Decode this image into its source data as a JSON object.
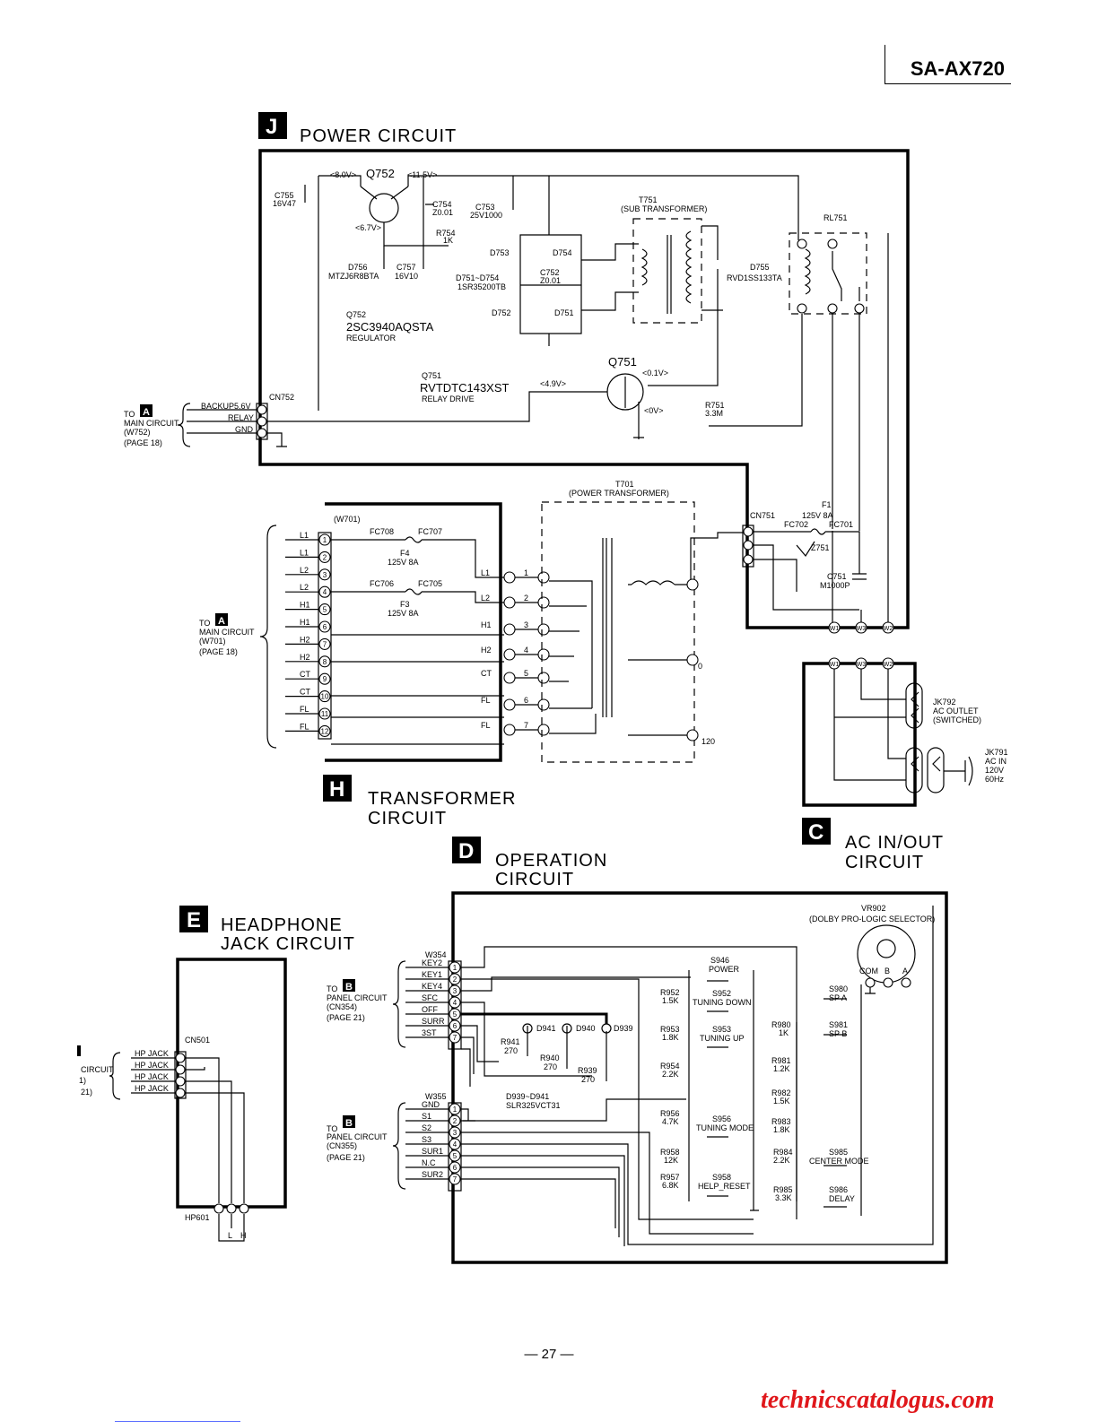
{
  "model": "SA-AX720",
  "page_number": "— 27 —",
  "watermark": "technicscatalogus.com",
  "sections": {
    "power": {
      "letter": "J",
      "title": "POWER CIRCUIT"
    },
    "transformer": {
      "letter": "H",
      "title1": "TRANSFORMER",
      "title2": "CIRCUIT"
    },
    "acinout": {
      "letter": "C",
      "title1": "AC IN/OUT",
      "title2": "CIRCUIT"
    },
    "operation": {
      "letter": "D",
      "title1": "OPERATION",
      "title2": "CIRCUIT"
    },
    "headphone": {
      "letter": "E",
      "title1": "HEADPHONE",
      "title2": "JACK CIRCUIT"
    }
  },
  "power_labels": {
    "v80": "<8.0V>",
    "q752": "Q752",
    "v115": "<11.5V>",
    "c755": "C755",
    "c755v": "16V47",
    "c754": "C754",
    "c754v": "Z0.01",
    "c753": "C753",
    "c753v": "25V1000",
    "v67": "<6.7V>",
    "r754": "R754",
    "r754v": "1K",
    "t751": "T751",
    "t751d": "(SUB TRANSFORMER)",
    "rl751": "RL751",
    "d753": "D753",
    "d754": "D754",
    "d752": "D752",
    "d751": "D751",
    "d756": "D756",
    "d756v": "MTZJ6R8BTA",
    "c757": "C757",
    "c757v": "16V10",
    "d751754": "D751~D754",
    "d751754v": "1SR35200TB",
    "c752": "C752",
    "c752v": "Z0.01",
    "d755": "D755",
    "d755v": "RVD1SS133TA",
    "q752b": "Q752",
    "q752part": "2SC3940AQSTA",
    "q752fn": "REGULATOR",
    "q751t": "Q751",
    "v01": "<0.1V>",
    "q751": "Q751",
    "q751part": "RVTDTC143XST",
    "q751fn": "RELAY DRIVE",
    "v49": "<4.9V>",
    "v0": "<0V>",
    "r751": "R751",
    "r751v": "3.3M",
    "cn752": "CN752",
    "backup": "BACKUP5.6V",
    "relay": "RELAY",
    "gnd": "GND",
    "to": "TO",
    "main": "MAIN CIRCUIT",
    "w752": "(W752)",
    "page18": "(PAGE 18)",
    "a": "A"
  },
  "transformer_labels": {
    "w701": "(W701)",
    "pins": [
      "L1",
      "L1",
      "L2",
      "L2",
      "H1",
      "H1",
      "H2",
      "H2",
      "CT",
      "CT",
      "FL",
      "FL"
    ],
    "pin_nums": [
      "1",
      "2",
      "3",
      "4",
      "5",
      "6",
      "7",
      "8",
      "9",
      "10",
      "11",
      "12"
    ],
    "fc708": "FC708",
    "fc707": "FC707",
    "f4": "F4",
    "f4v": "125V 8A",
    "fc706": "FC706",
    "fc705": "FC705",
    "f3": "F3",
    "f3v": "125V 8A",
    "taps": [
      "L1",
      "L2",
      "H1",
      "H2",
      "CT",
      "FL",
      "FL"
    ],
    "tap_nums": [
      "1",
      "2",
      "3",
      "4",
      "5",
      "6",
      "7"
    ],
    "t701": "T701",
    "t701d": "(POWER TRANSFORMER)",
    "n120": "120",
    "n0": "0",
    "cn751": "CN751",
    "f1": "F1",
    "f1v": "125V 8A",
    "fc702": "FC702",
    "fc701": "FC701",
    "z751": "Z751",
    "c751": "C751",
    "c751v": "M1000P",
    "to": "TO",
    "main": "MAIN CIRCUIT",
    "page18": "(PAGE 18)",
    "a": "A"
  },
  "ac_labels": {
    "w1": "W1",
    "w3": "W3",
    "w2": "W2",
    "jk792": "JK792",
    "jk792d1": "AC OUTLET",
    "jk792d2": "(SWITCHED)",
    "jk791": "JK791",
    "jk791d1": "AC IN",
    "jk791d2": "120V",
    "jk791d3": "60Hz"
  },
  "operation_labels": {
    "w354": "W354",
    "w354pins": [
      "KEY2",
      "KEY1",
      "KEY4",
      "SFC",
      "OFF",
      "SURR",
      "3ST"
    ],
    "w355": "W355",
    "w355pins": [
      "GND",
      "S1",
      "S2",
      "S3",
      "SUR1",
      "N.C",
      "SUR2"
    ],
    "to": "TO",
    "b": "B",
    "panel": "PANEL CIRCUIT",
    "cn354": "(CN354)",
    "cn355": "(CN355)",
    "page21": "(PAGE 21)",
    "d941": "D941",
    "d940": "D940",
    "d939": "D939",
    "r941": "R941",
    "r941v": "270",
    "r940": "R940",
    "r940v": "270",
    "r939": "R939",
    "r939v": "270",
    "dled": "D939~D941",
    "dledv": "SLR325VCT31",
    "s946": "S946",
    "s946n": "POWER",
    "r952": "R952",
    "r952v": "1.5K",
    "s952": "S952",
    "s952n": "TUNING DOWN",
    "r953": "R953",
    "r953v": "1.8K",
    "s953": "S953",
    "s953n": "TUNING UP",
    "r954": "R954",
    "r954v": "2.2K",
    "r956": "R956",
    "r956v": "4.7K",
    "s956": "S956",
    "s956n": "TUNING MODE",
    "r958": "R958",
    "r958v": "12K",
    "r957": "R957",
    "r957v": "6.8K",
    "s958": "S958",
    "s958n": "HELP_RESET",
    "vr902": "VR902",
    "vr902d": "(DOLBY PRO-LOGIC SELECTOR)",
    "com": "COM",
    "bb": "B",
    "aa": "A",
    "s980": "S980",
    "s980n": "SP A",
    "r980": "R980",
    "r980v": "1K",
    "s981": "S981",
    "s981n": "SP B",
    "r981": "R981",
    "r981v": "1.2K",
    "r982": "R982",
    "r982v": "1.5K",
    "r983": "R983",
    "r983v": "1.8K",
    "r984": "R984",
    "r984v": "2.2K",
    "s985": "S985",
    "s985n": "CENTER MODE",
    "r985": "R985",
    "r985v": "3.3K",
    "s986": "S986",
    "s986n": "DELAY"
  },
  "headphone_labels": {
    "cn501": "CN501",
    "hpjack": "HP JACK",
    "circuit": "CIRCUIT",
    "p1": "1)",
    "p21": "21)",
    "hp601": "HP601",
    "l": "L",
    "h": "H"
  }
}
